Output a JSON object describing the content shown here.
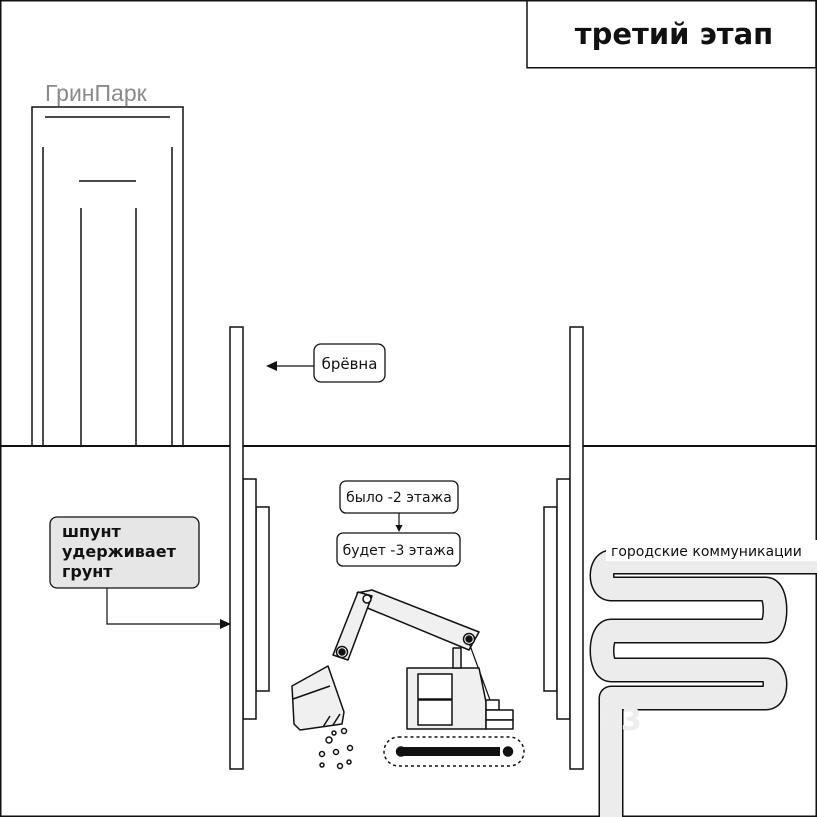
{
  "title": "третий этап",
  "building_label": "ГринПарк",
  "labels": {
    "logs": "брёвна",
    "was": "было -2 этажа",
    "will_be": "будет -3 этажа",
    "sheet_pile_line1": "шпунт",
    "sheet_pile_line2": "удерживает",
    "sheet_pile_line3": "грунт",
    "utilities": "городские коммуникации",
    "watermark": "63"
  },
  "colors": {
    "stroke": "#111111",
    "callout_fill": "#e6e6e6",
    "building_label": "#8a8a8a",
    "excavator_fill": "#f0f0f0",
    "pipe_fill": "#ececec",
    "background": "#ffffff"
  },
  "icons": [
    "excavator-icon",
    "arrow-left-icon",
    "arrow-down-icon"
  ]
}
